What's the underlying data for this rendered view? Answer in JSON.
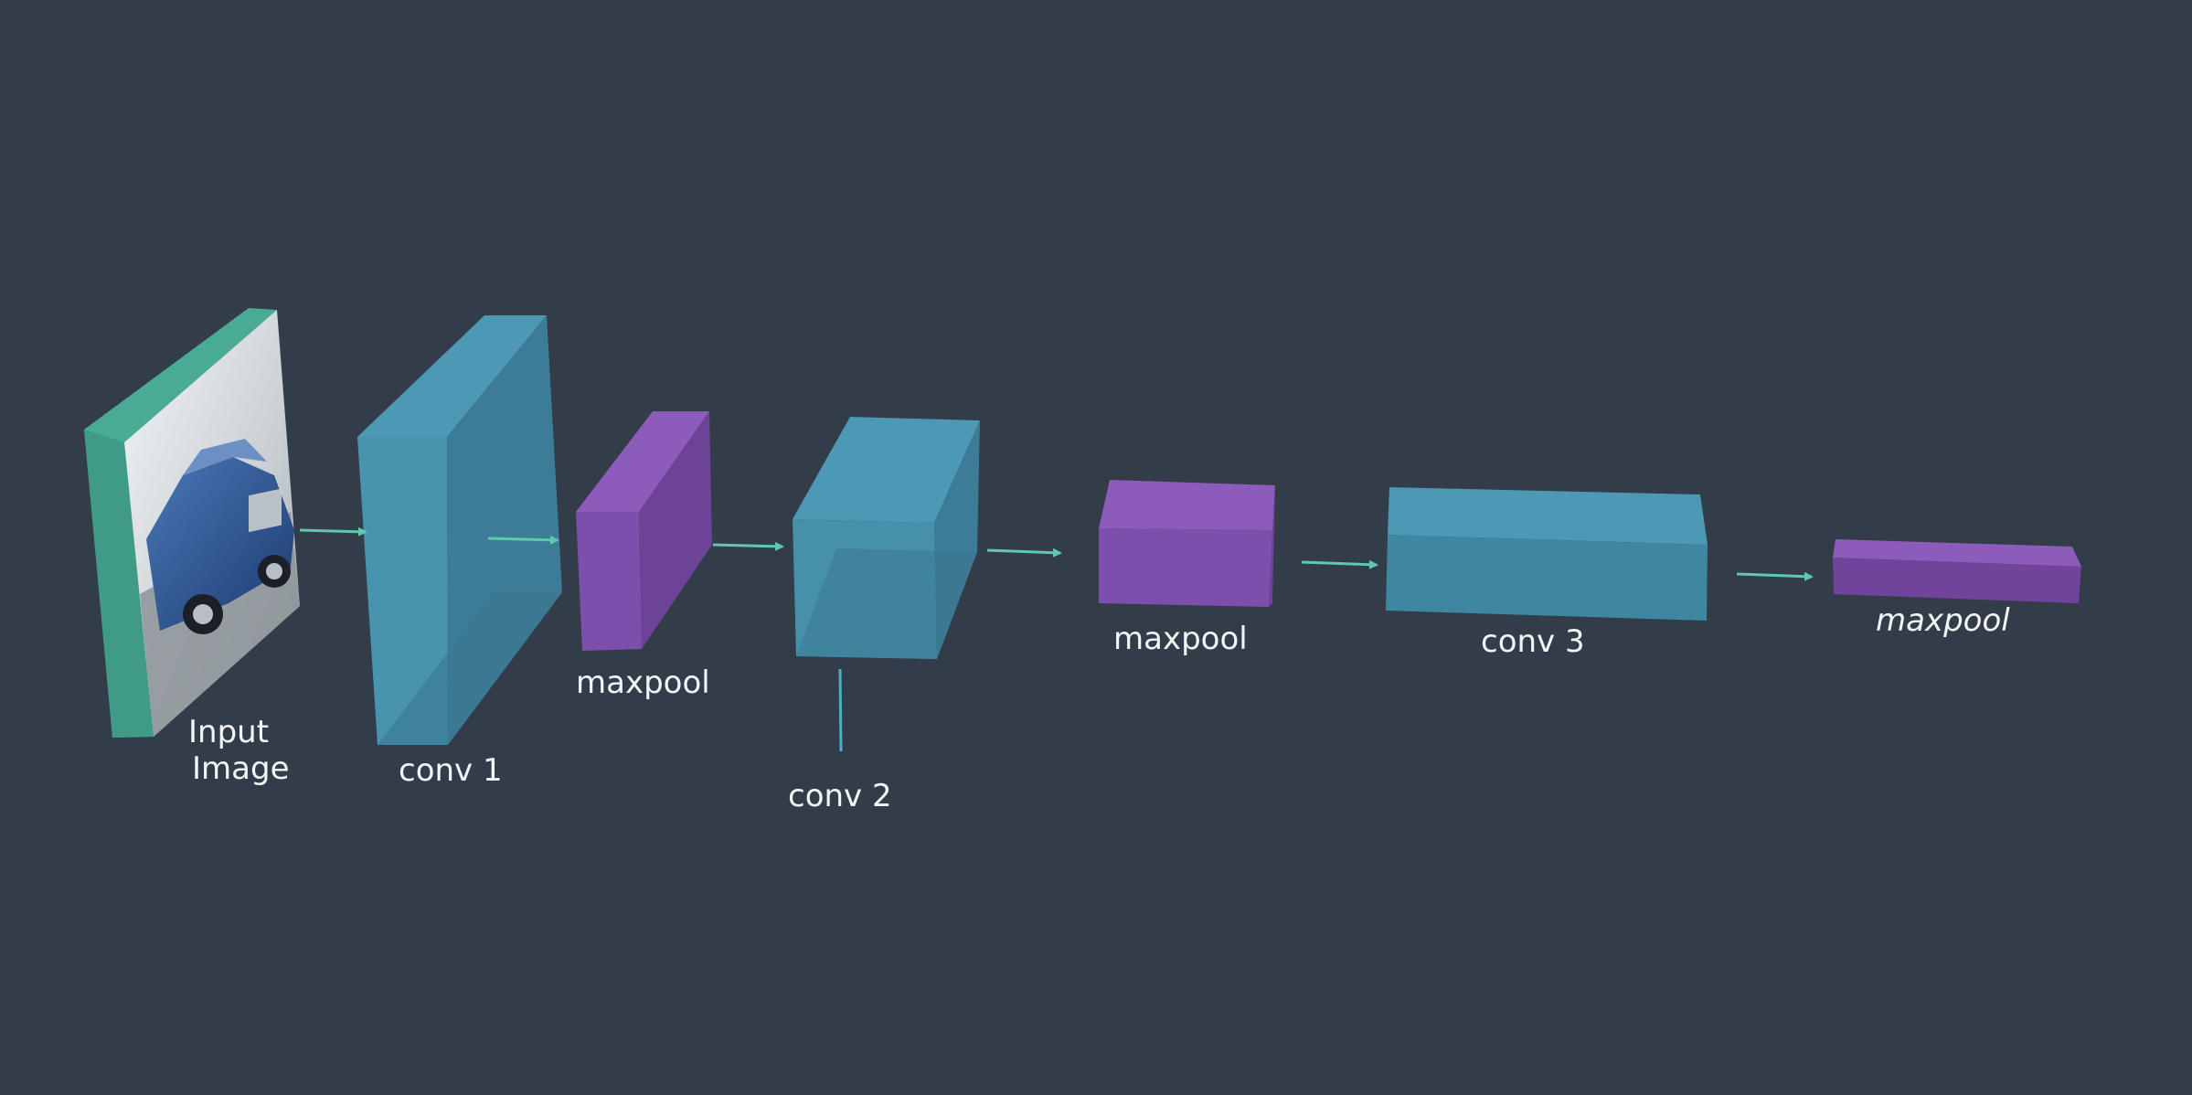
{
  "colors": {
    "background": "#333c49",
    "conv": "#4a9ab5",
    "maxpool": "#8a5bb8",
    "input_frame": "#4aab95",
    "arrow": "#5ec9ae"
  },
  "layers": [
    {
      "type": "input",
      "label_lines": [
        "Input",
        "Image"
      ]
    },
    {
      "type": "conv",
      "label": "conv 1"
    },
    {
      "type": "maxpool",
      "label": "maxpool"
    },
    {
      "type": "conv",
      "label": "conv 2"
    },
    {
      "type": "maxpool",
      "label": "maxpool"
    },
    {
      "type": "conv",
      "label": "conv 3"
    },
    {
      "type": "maxpool",
      "label": "maxpool"
    }
  ]
}
